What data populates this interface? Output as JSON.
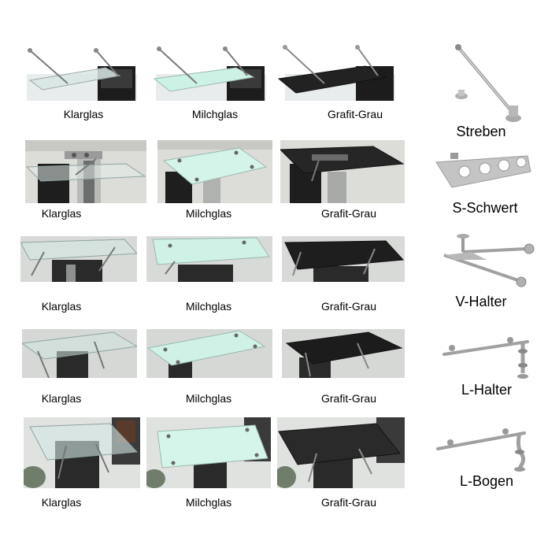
{
  "rows": [
    {
      "captions": [
        "Klarglas",
        "Milchglas",
        "Grafit-Grau"
      ]
    },
    {
      "captions": [
        "Klarglas",
        "Milchglas",
        "Grafit-Grau"
      ]
    },
    {
      "captions": [
        "Klarglas",
        "Milchglas",
        "Grafit-Grau"
      ]
    },
    {
      "captions": [
        "Klarglas",
        "Milchglas",
        "Grafit-Grau"
      ]
    },
    {
      "captions": [
        "Klarglas",
        "Milchglas",
        "Grafit-Grau"
      ]
    }
  ],
  "hardware": [
    {
      "label": "Streben"
    },
    {
      "label": "S-Schwert"
    },
    {
      "label": "V-Halter"
    },
    {
      "label": "L-Halter"
    },
    {
      "label": "L-Bogen"
    }
  ],
  "glass_colors": {
    "klarglas": "#dfe9e6",
    "milchglas": "#d4f4ea",
    "grafit": "#2a2a2a"
  }
}
